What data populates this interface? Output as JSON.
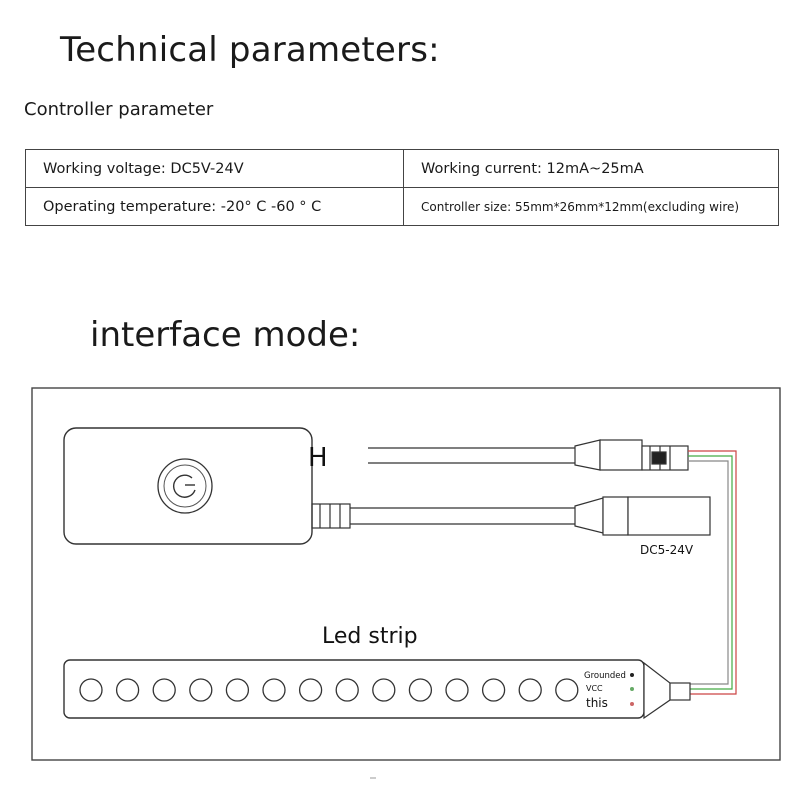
{
  "heading": "Technical parameters:",
  "section_title": "Controller parameter",
  "params": {
    "voltage": "Working voltage: DC5V-24V",
    "current": "Working current: 12mA~25mA",
    "temperature": "Operating temperature: -20° C -60 ° C",
    "size": "Controller size: 55mm*26mm*12mm(excluding wire)"
  },
  "interface_heading": "interface mode:",
  "diagram": {
    "h_label": "H",
    "dc_label": "DC5-24V",
    "strip_label": "Led strip",
    "pin_grounded": "Grounded",
    "pin_vcc": "VCC",
    "pin_this": "this",
    "led_count": 14,
    "icons": {
      "power": "power-icon",
      "connector": "connector-icon"
    },
    "wire_colors": [
      "#cc4444",
      "#44aa44",
      "#888888"
    ]
  }
}
